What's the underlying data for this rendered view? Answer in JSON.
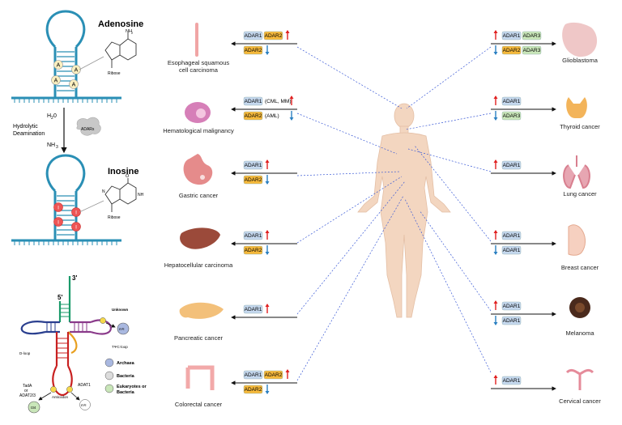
{
  "left_panel": {
    "adenosine_title": "Adenosine",
    "inosine_title": "Inosine",
    "nh2": "NH",
    "nh2_sub": "2",
    "ribose": "Ribose",
    "ribose2": "Ribose",
    "o_label": "O",
    "n_label": "N",
    "nh_label": "NH",
    "h2o_h": "H",
    "h2o_sub": "2",
    "h2o_o": "0",
    "hydrolytic": "Hydrolytic",
    "deamination": "Deamination",
    "nh3": "NH",
    "nh3_sub": "3",
    "adars": "ADARs",
    "a_base": "A",
    "i_base": "I"
  },
  "trna_panel": {
    "three_prime": "3'",
    "five_prime": "5'",
    "unknown": "Unknown",
    "d_loop": "D-loop",
    "tpsic_loop": "TΨC-loop",
    "anticodon": "Anticodon",
    "adat1": "ADAT1",
    "tada": "TadA",
    "or": "or",
    "adat23": "ADAT2/3",
    "i34": "I34",
    "m1i": "m¹I",
    "legend": [
      {
        "label": "Archaea",
        "color": "#a9b8e0"
      },
      {
        "label": "Bacteria",
        "color": "#dcdcdc"
      },
      {
        "label": "Eukaryotes or",
        "label2": "Bacteria",
        "color": "#c9e6b9"
      }
    ]
  },
  "cancers_left": [
    {
      "name": "Esophageal squamous",
      "name2": "cell carcinoma",
      "rows": [
        [
          "ADAR1",
          "ADAR2",
          "up"
        ],
        [
          "ADAR2",
          "",
          "down"
        ]
      ]
    },
    {
      "name": "Hematological malignancy",
      "rows": [
        [
          "ADAR1",
          "(CML, MM)",
          "up"
        ],
        [
          "ADAR2",
          "(AML)",
          "down"
        ]
      ]
    },
    {
      "name": "Gastric cancer",
      "rows": [
        [
          "ADAR1",
          "",
          "up"
        ],
        [
          "ADAR2",
          "",
          "down"
        ]
      ]
    },
    {
      "name": "Hepatocellular carcinoma",
      "rows": [
        [
          "ADAR1",
          "",
          "up"
        ],
        [
          "ADAR2",
          "",
          "down"
        ]
      ]
    },
    {
      "name": "Pancreatic cancer",
      "rows": [
        [
          "ADAR1",
          "",
          "up"
        ]
      ]
    },
    {
      "name": "Colorectal cancer",
      "rows": [
        [
          "ADAR1",
          "ADAR2",
          "up"
        ],
        [
          "ADAR2",
          "",
          "down"
        ]
      ]
    }
  ],
  "cancers_right": [
    {
      "name": "Glioblastoma",
      "rows": [
        [
          "ADAR1",
          "ADAR3",
          "up"
        ],
        [
          "ADAR2",
          "ADAR3",
          "down"
        ]
      ]
    },
    {
      "name": "Thyroid cancer",
      "rows": [
        [
          "ADAR1",
          "",
          "up"
        ],
        [
          "ADAR3",
          "",
          "down"
        ]
      ]
    },
    {
      "name": "Lung cancer",
      "rows": [
        [
          "ADAR1",
          "",
          "up"
        ]
      ]
    },
    {
      "name": "Breast cancer",
      "rows": [
        [
          "ADAR1",
          "",
          "up"
        ],
        [
          "ADAR1",
          "",
          "down"
        ]
      ]
    },
    {
      "name": "Melanoma",
      "rows": [
        [
          "ADAR1",
          "",
          "up"
        ],
        [
          "ADAR1",
          "",
          "down"
        ]
      ]
    },
    {
      "name": "Cervical cancer",
      "rows": [
        [
          "ADAR1",
          "",
          "up"
        ]
      ]
    }
  ],
  "colors": {
    "adar1": "#c5d8ee",
    "adar2": "#f6b93b",
    "adar3": "#c9e6b9",
    "up": "#e02020",
    "down": "#2a7fc1",
    "rna": "#2a8fb5",
    "body": "#f3d6c0"
  }
}
